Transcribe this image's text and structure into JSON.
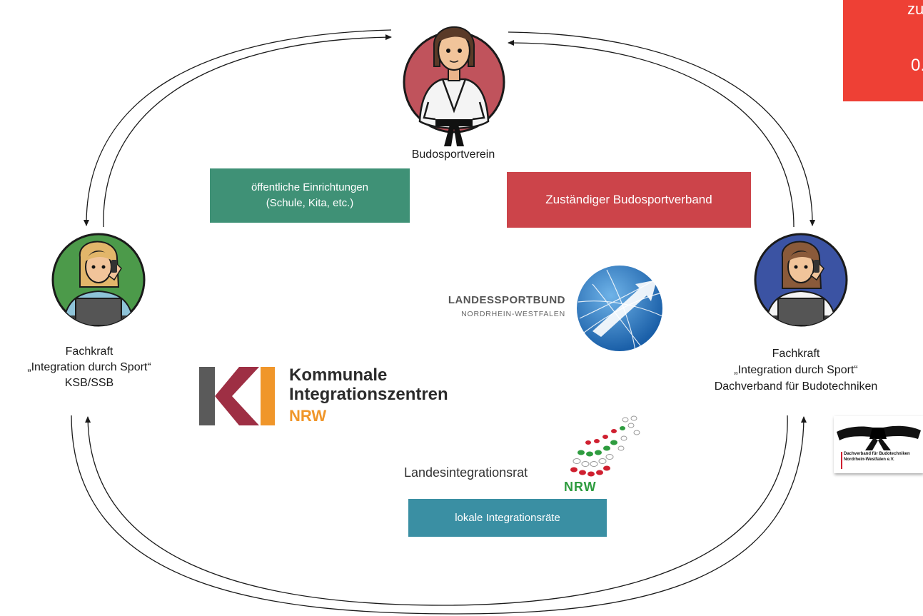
{
  "corner_tab": {
    "line1": "zu",
    "line2": "0.",
    "color": "#ee4035"
  },
  "nodes": {
    "top": {
      "label": "Budosportverein",
      "circle_color": "#c0535c"
    },
    "left": {
      "line1": "Fachkraft",
      "line2": "„Integration durch Sport“",
      "line3": "KSB/SSB",
      "circle_color": "#4c9a4a"
    },
    "right": {
      "line1": "Fachkraft",
      "line2": "„Integration durch Sport“",
      "line3": "Dachverband für Budotechniken",
      "circle_color": "#3b53a3"
    }
  },
  "boxes": {
    "public": {
      "line1": "öffentliche Einrichtungen",
      "line2": "(Schule, Kita, etc.)",
      "color": "#3f9176"
    },
    "association": {
      "label": "Zuständiger Budosportverband",
      "color": "#cc444a"
    },
    "local_councils": {
      "label": "lokale Integrationsräte",
      "color": "#3a8fa3"
    }
  },
  "logos": {
    "lsb": {
      "line1": "LANDESSPORTBUND",
      "line2": "NORDRHEIN-WESTFALEN"
    },
    "ki": {
      "mark": "KI",
      "line1": "Kommunale",
      "line2": "Integrationszentren",
      "line3": "NRW"
    },
    "lir": {
      "label": "Landesintegrationsrat",
      "mark": "NRW"
    },
    "dachverband": {
      "line1": "Dachverband für Budotechniken",
      "line2": "Nordrhein-Westfalen e.V."
    }
  }
}
